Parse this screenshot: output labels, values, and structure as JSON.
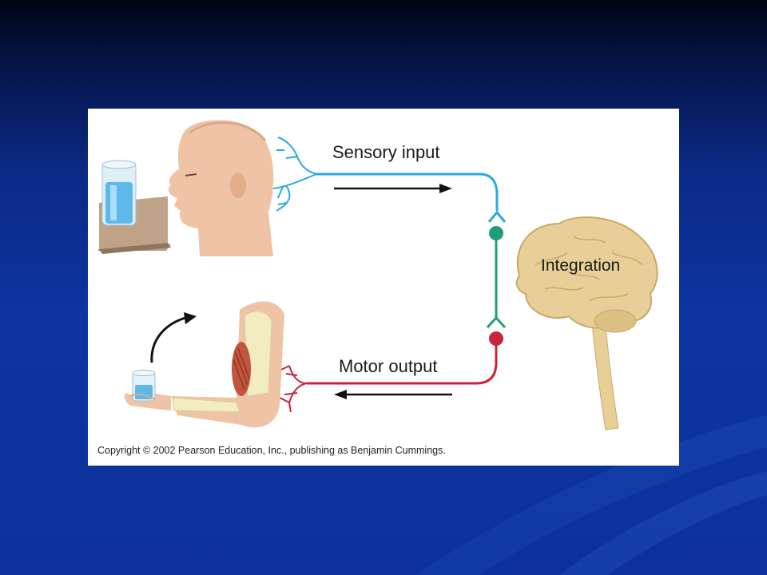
{
  "diagram": {
    "sensory_label": "Sensory input",
    "integration_label": "Integration",
    "motor_label": "Motor output",
    "copyright": "Copyright © 2002 Pearson Education, Inc., publishing as Benjamin Cummings."
  },
  "colors": {
    "sensory_nerve": "#2aa9e0",
    "interneuron": "#1f9e7e",
    "motor_nerve": "#c8243a",
    "brain": "#e8cf98",
    "skin": "#efc4a6",
    "slide_background": "#0c319a"
  }
}
